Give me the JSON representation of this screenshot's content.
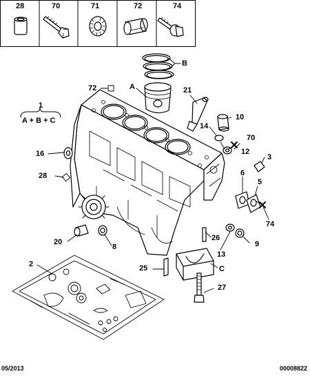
{
  "header_parts": [
    {
      "number": "28",
      "icon": "sleeve-dowel-icon"
    },
    {
      "number": "70",
      "icon": "bolt-icon"
    },
    {
      "number": "71",
      "icon": "lock-washer-icon"
    },
    {
      "number": "72",
      "icon": "split-bushing-icon"
    },
    {
      "number": "74",
      "icon": "flanged-bolt-icon"
    }
  ],
  "callouts": {
    "c72": "72",
    "cA": "A",
    "cB": "B",
    "c21": "21",
    "c1": "1",
    "formula": "A + B + C",
    "c10": "10",
    "c14": "14",
    "c70": "70",
    "c12": "12",
    "c16": "16",
    "c3": "3",
    "c28": "28",
    "c6": "6",
    "c5": "5",
    "c74": "74",
    "c20": "20",
    "c8": "8",
    "c26": "26",
    "c9": "9",
    "c13": "13",
    "c2": "2",
    "c25": "25",
    "cC": "C",
    "c27": "27"
  },
  "footer": {
    "date": "05/2013",
    "code": "00008822"
  }
}
